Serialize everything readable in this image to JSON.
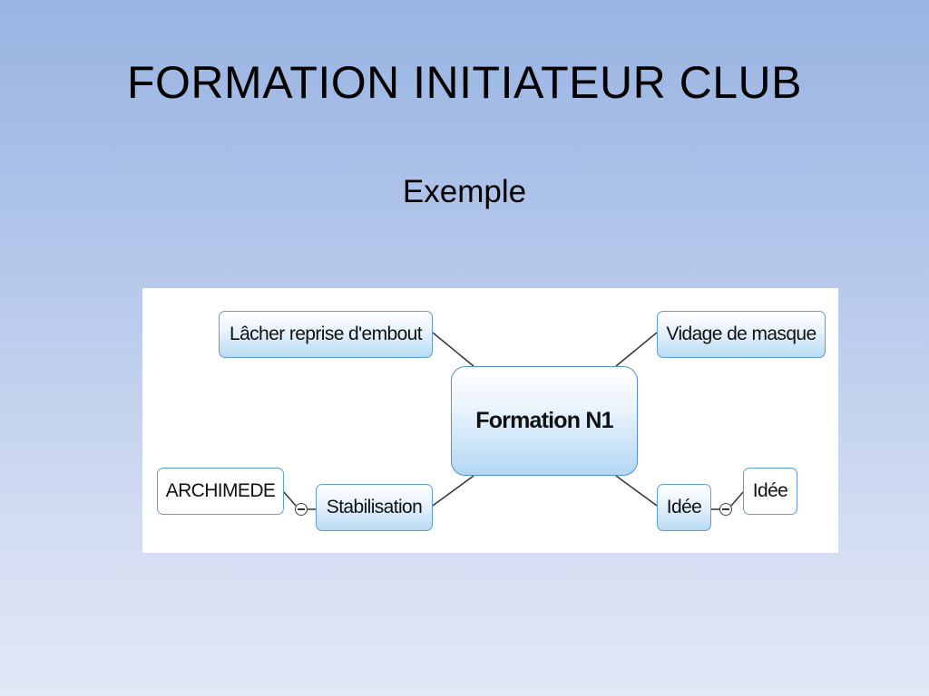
{
  "slide": {
    "title": "FORMATION INITIATEUR CLUB",
    "subtitle": "Exemple"
  },
  "mindmap": {
    "center": {
      "label": "Formation N1"
    },
    "topics": {
      "top_left": {
        "label": "Lâcher reprise d'embout"
      },
      "top_right": {
        "label": "Vidage de masque"
      },
      "bottom_left": {
        "label": "Stabilisation"
      },
      "bottom_right": {
        "label": "Idée"
      }
    },
    "leaves": {
      "left": {
        "label": "ARCHIMEDE",
        "parent": "Stabilisation"
      },
      "right": {
        "label": "Idée",
        "parent": "Idée"
      }
    },
    "colors": {
      "node_border": "#5d9fd6",
      "node_fill_bottom": "#b8daf3",
      "connector": "#333333"
    }
  }
}
